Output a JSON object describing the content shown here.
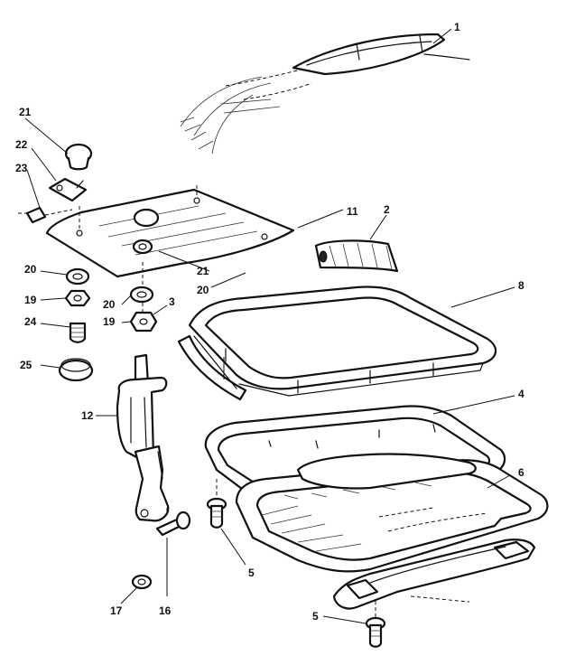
{
  "callouts": {
    "c1": "1",
    "c2": "2",
    "c3": "3",
    "c4": "4",
    "c5a": "5",
    "c5b": "5",
    "c6": "6",
    "c8": "8",
    "c11": "11",
    "c12": "12",
    "c16": "16",
    "c17": "17",
    "c19a": "19",
    "c19b": "19",
    "c20a": "20",
    "c20b": "20",
    "c20c": "20",
    "c21a": "21",
    "c21b": "21",
    "c22": "22",
    "c23": "23",
    "c24": "24",
    "c25": "25"
  }
}
